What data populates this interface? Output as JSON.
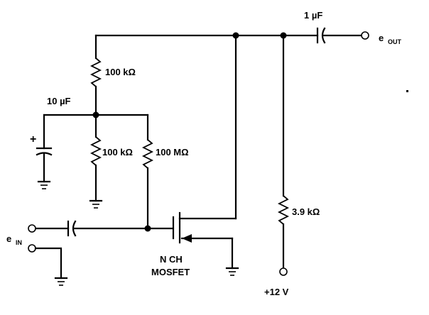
{
  "labels": {
    "c_out": "1 µF",
    "c_bypass": "10  µF",
    "plus_sign": "+",
    "r_top": "100 kΩ",
    "r_bottom": "100 kΩ",
    "r_gate": "100 MΩ",
    "r_drain": "3.9 kΩ",
    "e_out_main": "e",
    "e_out_sub": "OUT",
    "e_in_main": "e",
    "e_in_sub": "IN",
    "device_line1": "N CH",
    "device_line2": "MOSFET",
    "supply": "+12 V"
  }
}
